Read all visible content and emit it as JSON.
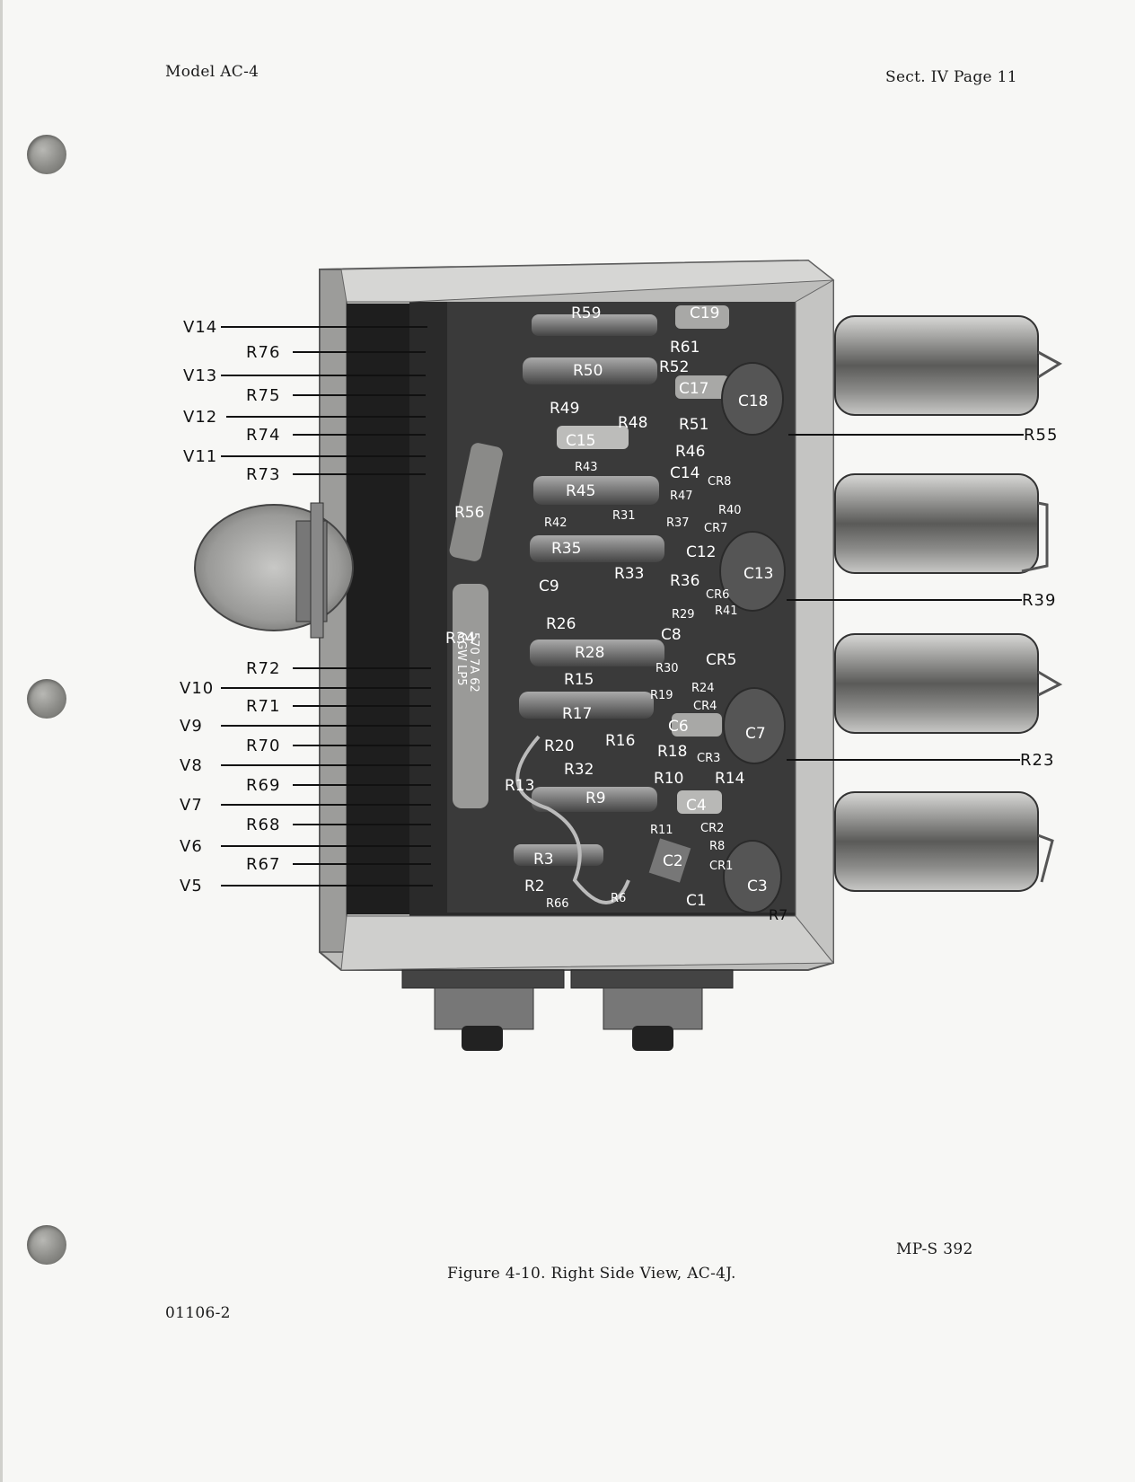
{
  "header": {
    "model": "Model AC-4",
    "section_page": "Sect. IV  Page 11"
  },
  "footer": {
    "doc_code": "MP-S 392",
    "figure_caption": "Figure 4-10.  Right Side View, AC-4J.",
    "part_number": "01106-2"
  },
  "figure": {
    "left_callouts": [
      "V14",
      "R76",
      "V13",
      "R75",
      "V12",
      "R74",
      "V11",
      "R73",
      "R72",
      "V10",
      "R71",
      "V9",
      "R70",
      "V8",
      "R69",
      "V7",
      "R68",
      "V6",
      "R67",
      "V5"
    ],
    "right_callouts": [
      "R55",
      "R39",
      "R23"
    ],
    "board_labels": [
      "R59",
      "C19",
      "R61",
      "R50",
      "R52",
      "C17",
      "C18",
      "R49",
      "R48",
      "R51",
      "C15",
      "R46",
      "R43",
      "C14",
      "CR8",
      "R45",
      "R47",
      "R56",
      "R31",
      "R40",
      "R42",
      "R37",
      "CR7",
      "R35",
      "C12",
      "C13",
      "R33",
      "R36",
      "C9",
      "CR6",
      "R29",
      "R41",
      "R34",
      "R26",
      "C8",
      "R28",
      "CR5",
      "R30",
      "R15",
      "R24",
      "R19",
      "CR4",
      "R17",
      "C7",
      "C6",
      "R20",
      "R16",
      "R18",
      "CR3",
      "R32",
      "R13",
      "R10",
      "R14",
      "R9",
      "C4",
      "R11",
      "CR2",
      "R8",
      "R3",
      "C2",
      "CR1",
      "C3",
      "R2",
      "R66",
      "R6",
      "C1",
      "R7"
    ],
    "component_markings": [
      "CGW LP5",
      "570 7A 62"
    ]
  }
}
